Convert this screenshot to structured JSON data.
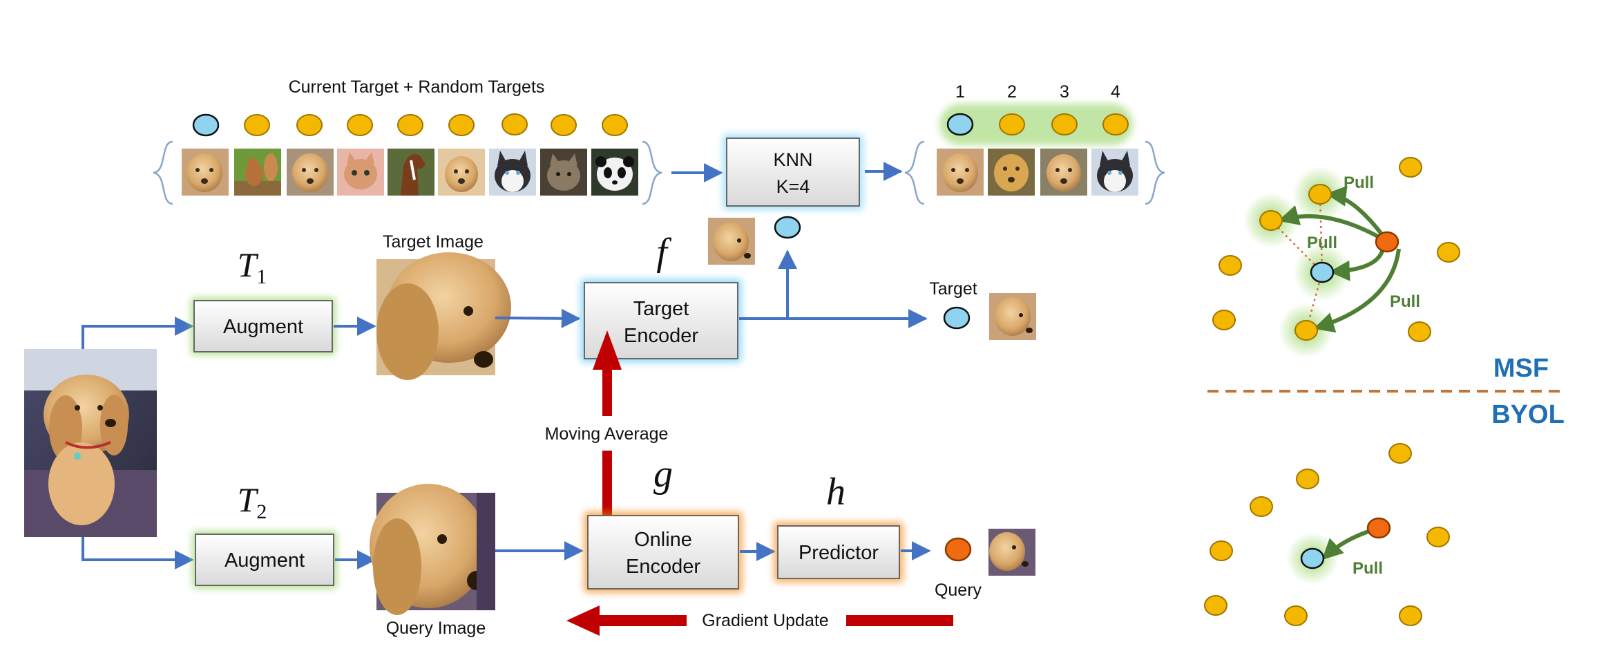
{
  "labels": {
    "current_targets": "Current Target + Random Targets",
    "target_image": "Target Image",
    "query_image": "Query Image",
    "moving_average": "Moving Average",
    "gradient_update": "Gradient Update",
    "target": "Target",
    "query": "Query",
    "msf": "MSF",
    "byol": "BYOL",
    "pull": "Pull"
  },
  "math": {
    "t1_base": "T",
    "t1_sub": "1",
    "t2_base": "T",
    "t2_sub": "2",
    "f": "f",
    "g": "g",
    "h": "h"
  },
  "boxes": {
    "augment_top": "Augment",
    "augment_bottom": "Augment",
    "knn_line1": "KNN",
    "knn_line2": "K=4",
    "target_encoder_line1": "Target",
    "target_encoder_line2": "Encoder",
    "online_encoder_line1": "Online",
    "online_encoder_line2": "Encoder",
    "predictor": "Predictor"
  },
  "knn_indices": [
    "1",
    "2",
    "3",
    "4"
  ],
  "image_icons": {
    "candidates": [
      "golden-retriever",
      "squirrel",
      "golden-retriever",
      "kitten",
      "horse",
      "golden-retriever",
      "husky",
      "cat",
      "panda"
    ],
    "neighbors": [
      "golden-retriever",
      "golden-retriever",
      "golden-retriever",
      "husky"
    ]
  },
  "colors": {
    "arrow_blue": "#4472c4",
    "arrow_red": "#c00000",
    "embedding_blue": "#8fd3ee",
    "embedding_yellow": "#f5b800",
    "embedding_orange": "#f06a10",
    "glow_green": "#8fd15a",
    "glow_cyan": "#4fc3f7",
    "glow_orange": "#f77f00",
    "pull_green": "#4f7f35",
    "divider": "#c0763a",
    "title_blue": "#1f6fb5"
  }
}
